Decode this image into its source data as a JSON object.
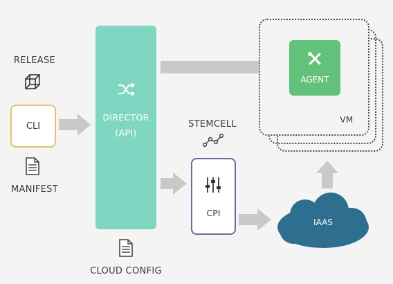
{
  "labels": {
    "release": "RELEASE",
    "cli": "CLI",
    "manifest": "MANIFEST",
    "director_line1": "DIRECTOR",
    "director_line2": "(API)",
    "stemcell": "STEMCELL",
    "cpi": "CPI",
    "cloud_config": "CLOUD CONFIG",
    "agent": "AGENT",
    "vm": "VM",
    "iaas": "IAAS"
  },
  "icons": {
    "release": "cube-icon",
    "manifest": "document-icon",
    "cloud_config": "document-icon",
    "director": "shuffle-icon",
    "stemcell": "graph-nodes-icon",
    "cpi": "sliders-icon",
    "agent": "tools-icon"
  },
  "colors": {
    "director": "#7fd7c1",
    "cli_border": "#e0c46c",
    "cpi_border": "#7d6397",
    "agent": "#62c17a",
    "iaas": "#2e6e8e",
    "arrow": "#c8cac8"
  }
}
